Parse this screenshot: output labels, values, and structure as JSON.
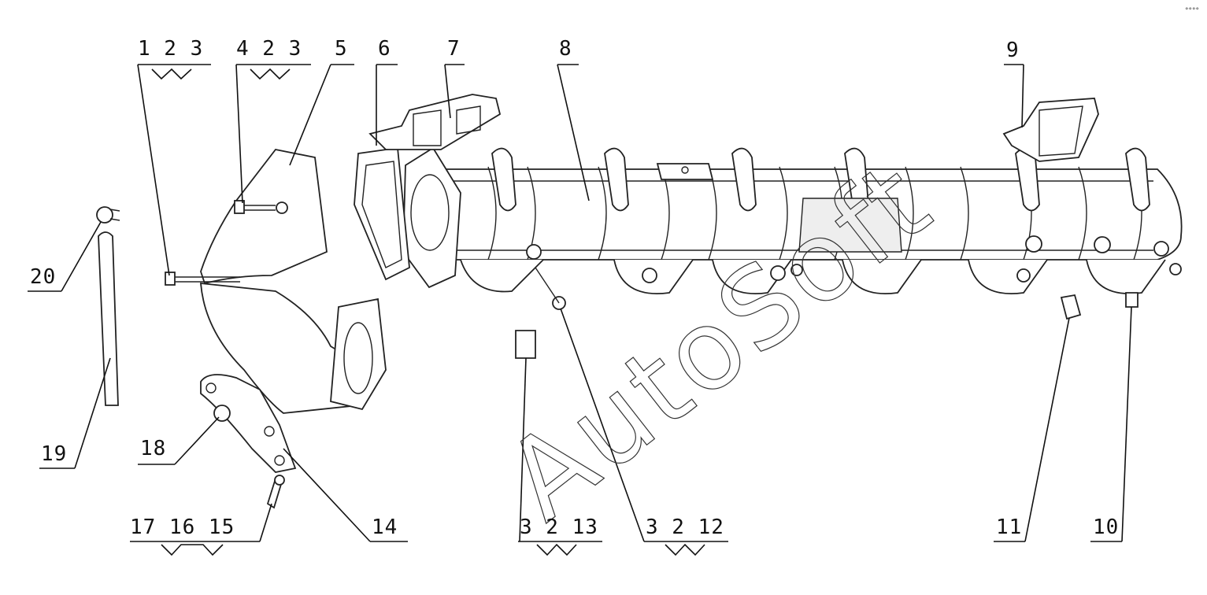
{
  "watermark": "AutoSoft",
  "corner_mark": "°°°°",
  "labels": {
    "g1": "1 2 3",
    "g4": "4 2 3",
    "p5": "5",
    "p6": "6",
    "p7": "7",
    "p8": "8",
    "p9": "9",
    "p10": "10",
    "p11": "11",
    "g12": "3 2 12",
    "g13": "3 2 13",
    "p14": "14",
    "g15": "17 16 15",
    "p18": "18",
    "p19": "19",
    "p20": "20"
  },
  "colors": {
    "line": "#111111",
    "background": "#ffffff"
  }
}
